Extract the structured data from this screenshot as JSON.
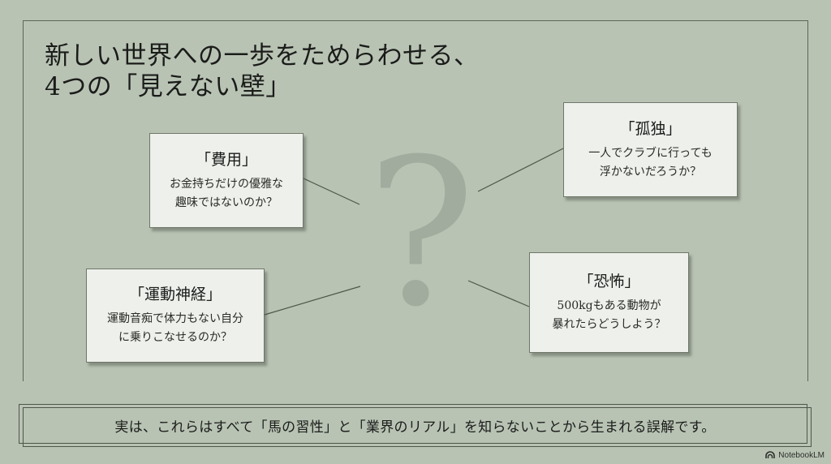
{
  "slide": {
    "title_lines": [
      "新しい世界への一歩をためらわせる、",
      "4つの「見えない壁」"
    ],
    "center_symbol": "?",
    "cards": [
      {
        "heading": "「費用」",
        "body_lines": [
          "お金持ちだけの優雅な",
          "趣味ではないのか？"
        ]
      },
      {
        "heading": "「孤独」",
        "body_lines": [
          "一人でクラブに行っても",
          "浮かないだろうか？"
        ]
      },
      {
        "heading": "「運動神経」",
        "body_lines": [
          "運動音痴で体力もない自分",
          "に乗りこなせるのか？"
        ]
      },
      {
        "heading": "「恐怖」",
        "body_lines": [
          "500kgもある動物が",
          "暴れたらどうしよう？"
        ]
      }
    ],
    "conclusion": "実は、これらはすべて「馬の習性」と「業界のリアル」を知らないことから生まれる誤解です。",
    "watermark": "NotebookLM",
    "colors": {
      "background": "#b8c3b4",
      "card": "#edf0eb",
      "question_mark": "#a1ab9e",
      "lines": "#4e5649"
    }
  }
}
